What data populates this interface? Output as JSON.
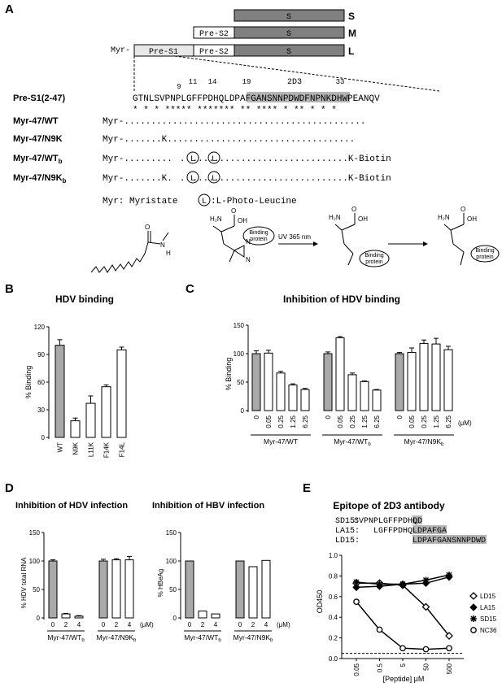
{
  "panelA": {
    "label": "A",
    "proteins": {
      "S": "S",
      "M": "M",
      "L": "L",
      "s_box": "S",
      "pres2": "Pre-S2",
      "pres1": "Pre-S1",
      "myr": "Myr-"
    },
    "numbers": [
      "9",
      "11",
      "14",
      "19",
      "33"
    ],
    "epitope_label": "2D3",
    "rows": [
      {
        "name": "Pre-S1(2-47)",
        "seq_pre": "GTNLSVPNPLGFFPDHQ",
        "seq_hl": "LDPAFGANSNNPDWD",
        "seq_post": "FNPNKDHWPEANQV"
      },
      {
        "name": "",
        "seq": "* * *  ***** ******* **   ****  *  ** *  *  *"
      },
      {
        "name": "Myr-47/WT",
        "seq": "Myr-............................................."
      },
      {
        "name": "Myr-47/N9K",
        "seq": "Myr-.......K..................................."
      },
      {
        "name": "Myr-47/WT",
        "sub": "b",
        "seq1": "Myr-.........",
        "seq2": ".",
        "seq3": ".............................K-Biotin"
      },
      {
        "name": "Myr-47/N9K",
        "sub": "b",
        "seq1": "Myr-.......K.",
        "seq2": ".",
        "seq3": ".............................K-Biotin"
      }
    ],
    "photo_L": "L",
    "legend_myr": "Myr: Myristate",
    "legend_leu": ":L-Photo-Leucine",
    "chem": {
      "amide_O": "O",
      "amide_N": "N",
      "amide_H": "H",
      "h2n": "H₂N",
      "oh": "OH",
      "o": "O",
      "n1": "N",
      "n2": "N",
      "uv": "UV 365 nm",
      "binding": "Binding",
      "protein": "protein"
    }
  },
  "panelB": {
    "label": "B",
    "chart_data": {
      "type": "bar",
      "title": "HDV binding",
      "ylabel": "% Binding",
      "categories": [
        "WT",
        "N9K",
        "L11K",
        "F14K",
        "F14L"
      ],
      "values": [
        100,
        18,
        37,
        55,
        95
      ],
      "errors": [
        6,
        3,
        8,
        2,
        3
      ],
      "ylim": [
        0,
        120
      ],
      "yticks": [
        "0",
        "30",
        "60",
        "90",
        "120"
      ],
      "first_bar_color": "#a9a9a9"
    }
  },
  "panelC": {
    "label": "C",
    "chart_data": {
      "type": "bar",
      "title": "Inhibition of HDV binding",
      "ylabel": "% Binding",
      "ylim": [
        0,
        150
      ],
      "yticks": [
        "0",
        "50",
        "100",
        "150"
      ],
      "unit": "(μM)",
      "groups": [
        {
          "name": "Myr-47/WT",
          "sub": "",
          "categories": [
            "0",
            "0.05",
            "0.25",
            "1.25",
            "6.25"
          ],
          "values": [
            100,
            101,
            66,
            45,
            37
          ],
          "errors": [
            5,
            5,
            3,
            2,
            2
          ]
        },
        {
          "name": "Myr-47/WT",
          "sub": "b",
          "categories": [
            "0",
            "0.05",
            "0.25",
            "1.25",
            "6.25"
          ],
          "values": [
            100,
            128,
            63,
            51,
            36
          ],
          "errors": [
            3,
            2,
            3,
            1,
            1
          ]
        },
        {
          "name": "Myr-47/N9K",
          "sub": "b",
          "categories": [
            "0",
            "0.05",
            "0.25",
            "1.25",
            "6.25"
          ],
          "values": [
            100,
            102,
            118,
            117,
            107
          ],
          "errors": [
            2,
            8,
            6,
            10,
            6
          ]
        }
      ]
    }
  },
  "panelD": {
    "label": "D",
    "charts": [
      {
        "type": "bar",
        "title": "Inhibition of HDV infection",
        "ylabel": "% HDV total RNA",
        "ylim": [
          0,
          150
        ],
        "yticks": [
          "0",
          "50",
          "100",
          "150"
        ],
        "unit": "(μM)",
        "groups": [
          {
            "name": "Myr-47/WT",
            "sub": "b",
            "categories": [
              "0",
              "2",
              "4"
            ],
            "values": [
              100,
              7,
              3
            ],
            "errors": [
              2,
              1,
              1
            ]
          },
          {
            "name": "Myr-47/N9K",
            "sub": "b",
            "categories": [
              "0",
              "2",
              "4"
            ],
            "values": [
              100,
              102,
              102
            ],
            "errors": [
              3,
              2,
              6
            ]
          }
        ]
      },
      {
        "type": "bar",
        "title": "Inhibition of HBV infection",
        "ylabel": "% HBeAg",
        "ylim": [
          0,
          150
        ],
        "yticks": [
          "0",
          "50",
          "100",
          "150"
        ],
        "unit": "(μM)",
        "groups": [
          {
            "name": "Myr-47/WT",
            "sub": "b",
            "categories": [
              "0",
              "2",
              "4"
            ],
            "values": [
              100,
              12,
              7
            ],
            "errors": [
              0,
              0,
              0
            ]
          },
          {
            "name": "Myr-47/N9K",
            "sub": "b",
            "categories": [
              "0",
              "2",
              "4"
            ],
            "values": [
              100,
              90,
              101
            ],
            "errors": [
              0,
              0,
              0
            ]
          }
        ]
      }
    ]
  },
  "panelE": {
    "label": "E",
    "title": "Epitope of 2D3 antibody",
    "peptides": [
      {
        "name": "SD15:",
        "pre": "SVPNPLGFFPDHQ",
        "hl": "LD"
      },
      {
        "name": "LA15:",
        "pre": "LGFFPDHQ",
        "hl": "LDPAFGA"
      },
      {
        "name": "LD15:",
        "pre": "",
        "hl": "LDPAFGANSNNPDWD"
      }
    ],
    "chart_data": {
      "type": "line",
      "ylabel": "OD450",
      "xlabel": "[Peptide] μM",
      "x": [
        "0.05",
        "0.5",
        "5",
        "50",
        "500"
      ],
      "ylim": [
        0,
        1.0
      ],
      "yticks": [
        "0.0",
        "0.2",
        "0.4",
        "0.6",
        "0.8",
        "1.0"
      ],
      "baseline": 0.05,
      "series": [
        {
          "name": "LD15",
          "marker": "diamond",
          "values": [
            0.73,
            0.73,
            0.71,
            0.5,
            0.22
          ]
        },
        {
          "name": "LA15",
          "marker": "filled-diamond",
          "values": [
            0.69,
            0.7,
            0.72,
            0.73,
            0.79
          ]
        },
        {
          "name": "SD15",
          "marker": "star",
          "values": [
            0.74,
            0.72,
            0.72,
            0.76,
            0.81
          ]
        },
        {
          "name": "NC36",
          "marker": "circle",
          "values": [
            0.55,
            0.28,
            0.1,
            0.09,
            0.1
          ]
        }
      ]
    }
  }
}
